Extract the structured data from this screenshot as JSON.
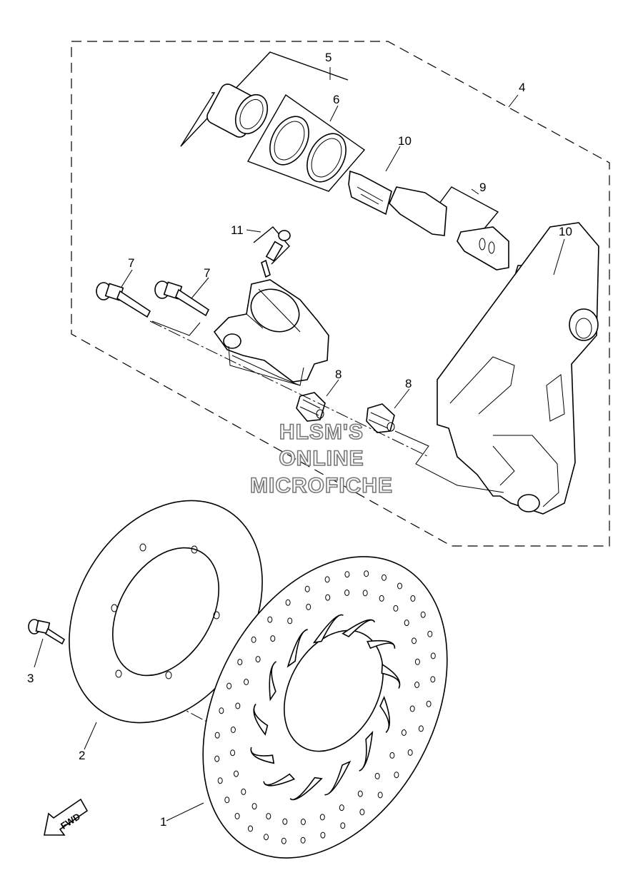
{
  "callouts": {
    "c1": "1",
    "c2": "2",
    "c3": "3",
    "c4": "4",
    "c5": "5",
    "c6": "6",
    "c7a": "7",
    "c7b": "7",
    "c8a": "8",
    "c8b": "8",
    "c9": "9",
    "c10a": "10",
    "c10b": "10",
    "c11": "11"
  },
  "watermark": {
    "line1": "HLSM'S",
    "line2": "ONLINE",
    "line3": "MICROFICHE"
  },
  "direction": {
    "label": "FWD"
  }
}
